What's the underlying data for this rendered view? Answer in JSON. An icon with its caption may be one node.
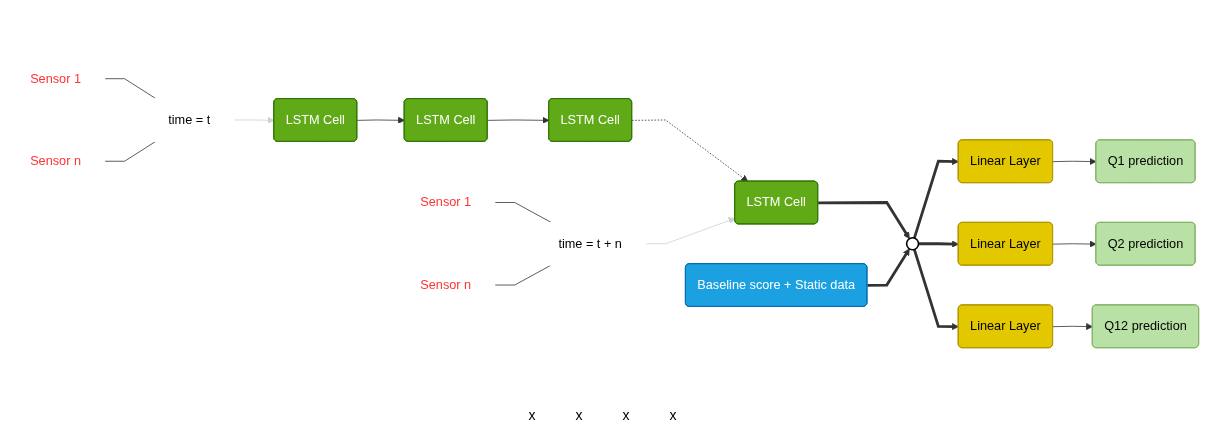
{
  "diagram": {
    "nodes": [
      {
        "text": [
          "LSTM Cell"
        ]
      },
      {
        "text": [
          "LSTM Cell"
        ]
      },
      {
        "text": [
          "LSTM Cell"
        ]
      },
      {
        "text": [
          "LSTM Cell"
        ]
      },
      {
        "text": [
          "time = t"
        ]
      },
      {
        "text": [
          "time = t + n"
        ]
      },
      {
        "text": [
          "Sensor 1"
        ]
      },
      {
        "text": [
          "Sensor n"
        ]
      },
      {
        "text": [
          "Sensor 1"
        ]
      },
      {
        "text": [
          "Sensor n"
        ]
      },
      {
        "text": [],
        "shape": "circle"
      },
      {
        "text": [
          "Baseline score + Static data"
        ]
      },
      {
        "text": [
          "Linear Layer"
        ]
      },
      {
        "text": [
          "Q1 prediction"
        ]
      },
      {
        "text": [
          "Linear Layer"
        ]
      },
      {
        "text": [
          "Q2 prediction"
        ]
      },
      {
        "text": [
          "Linear Layer"
        ]
      },
      {
        "text": [
          "Q12 prediction"
        ]
      }
    ],
    "edges": [
      {
        "from": 0,
        "to": 1,
        "arrow": "to"
      },
      {
        "from": 1,
        "to": 2,
        "arrow": "to"
      },
      {
        "from": 2,
        "to": 3,
        "arrow": "to",
        "style": "dashed"
      },
      {
        "from": 4,
        "to": 0,
        "arrow": "to",
        "color": "#d0d0d0"
      },
      {
        "from": 5,
        "to": 3,
        "arrow": "to",
        "color": "#d0d0d0"
      },
      {
        "from": 6,
        "to": 4,
        "arrow": "none"
      },
      {
        "from": 7,
        "to": 4,
        "arrow": "none"
      },
      {
        "from": 8,
        "to": 5,
        "arrow": "none"
      },
      {
        "from": 9,
        "to": 5,
        "arrow": "none"
      },
      {
        "from": 3,
        "to": 10,
        "arrow": "to",
        "style": "thick"
      },
      {
        "from": 11,
        "to": 10,
        "arrow": "to",
        "style": "thick"
      },
      {
        "from": 10,
        "to": 12,
        "arrow": "to",
        "style": "thick"
      },
      {
        "from": 10,
        "to": 14,
        "arrow": "to",
        "style": "thick"
      },
      {
        "from": 10,
        "to": 16,
        "arrow": "to",
        "style": "thick"
      },
      {
        "from": 12,
        "to": 13,
        "arrow": "to"
      },
      {
        "from": 14,
        "to": 15,
        "arrow": "to"
      },
      {
        "from": 16,
        "to": 17,
        "arrow": "to"
      }
    ],
    "labels": [
      "x",
      "x",
      "x",
      "x"
    ]
  }
}
